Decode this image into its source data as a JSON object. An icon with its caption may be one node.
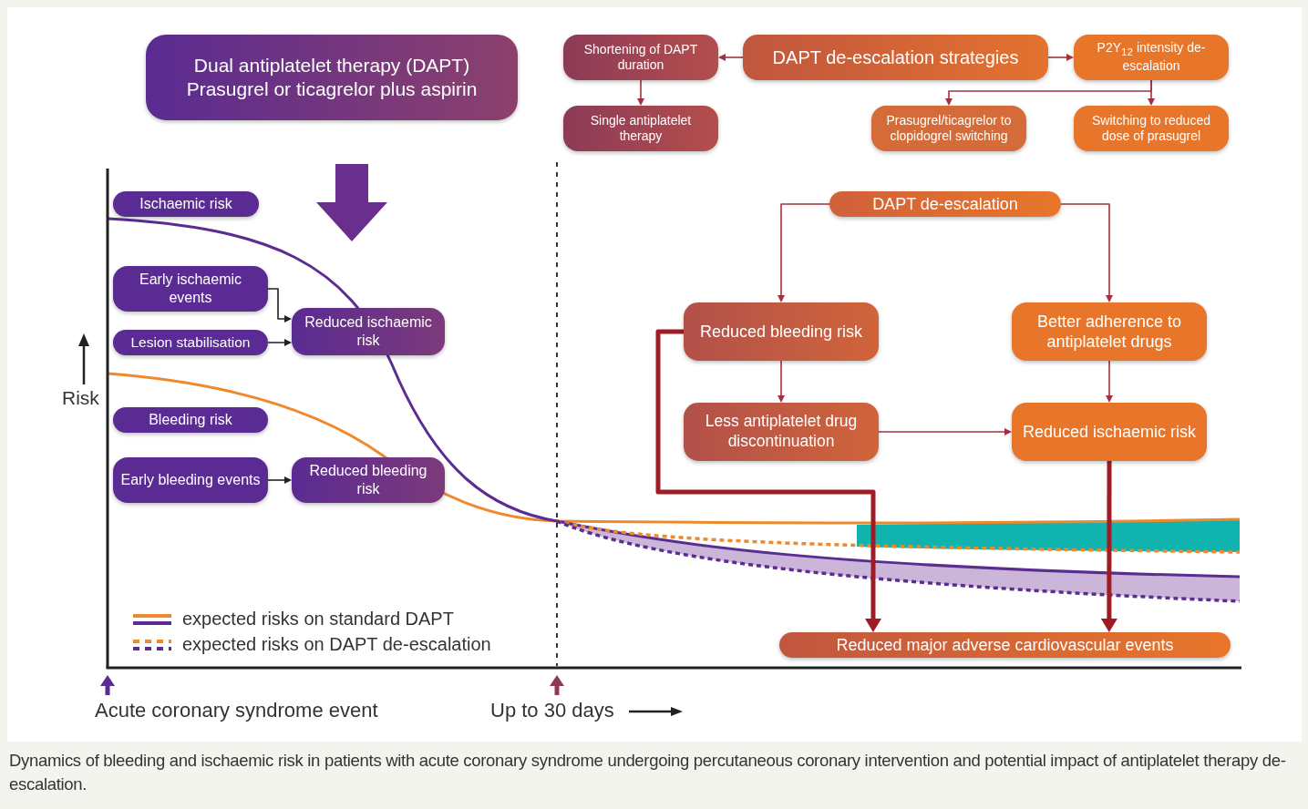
{
  "diagram": {
    "caption": "Dynamics of bleeding and ischaemic risk in patients with acute coronary syndrome undergoing percutaneous coronary intervention and potential impact of antiplatelet therapy de-escalation.",
    "nodes": [
      {
        "text": [
          "Dual antiplatelet therapy (DAPT)",
          "Prasugrel or ticagrelor plus aspirin"
        ]
      },
      {
        "text": [
          "Shortening of DAPT duration"
        ]
      },
      {
        "text": [
          "DAPT de-escalation strategies"
        ]
      },
      {
        "text": [
          "P2Y$_{12}$ intensity de-escalation"
        ]
      },
      {
        "text": [
          "Single antiplatelet therapy"
        ]
      },
      {
        "text": [
          "Prasugrel/ticagrelor to clopidogrel switching"
        ]
      },
      {
        "text": [
          "Switching to reduced dose of prasugrel"
        ]
      },
      {
        "text": [
          "Ischaemic risk"
        ]
      },
      {
        "text": [
          "Early ischaemic events"
        ]
      },
      {
        "text": [
          "Lesion stabilisation"
        ]
      },
      {
        "text": [
          "Reduced ischaemic risk"
        ]
      },
      {
        "text": [
          "Bleeding risk"
        ]
      },
      {
        "text": [
          "Early bleeding events"
        ]
      },
      {
        "text": [
          "Reduced bleeding risk"
        ]
      },
      {
        "text": [
          "DAPT de-escalation"
        ]
      },
      {
        "text": [
          "Reduced bleeding risk"
        ]
      },
      {
        "text": [
          "Better adherence to antiplatelet drugs"
        ]
      },
      {
        "text": [
          "Less antiplatelet drug discontinuation"
        ]
      },
      {
        "text": [
          "Reduced ischaemic risk"
        ]
      },
      {
        "text": [
          "Reduced major adverse cardiovascular events"
        ]
      }
    ],
    "edges": [
      {
        "from": 2,
        "to": 1,
        "arrow": "to"
      },
      {
        "from": 2,
        "to": 3,
        "arrow": "to"
      },
      {
        "from": 1,
        "to": 4,
        "arrow": "to"
      },
      {
        "from": 3,
        "to": 5,
        "arrow": "to"
      },
      {
        "from": 3,
        "to": 6,
        "arrow": "to"
      },
      {
        "from": 8,
        "to": 10,
        "arrow": "to",
        "color": "#222222"
      },
      {
        "from": 9,
        "to": 10,
        "arrow": "to",
        "color": "#222222"
      },
      {
        "from": 12,
        "to": 13,
        "arrow": "to",
        "color": "#222222"
      },
      {
        "from": 14,
        "to": 15,
        "arrow": "to"
      },
      {
        "from": 14,
        "to": 16,
        "arrow": "to"
      },
      {
        "from": 15,
        "to": 17,
        "arrow": "to"
      },
      {
        "from": 16,
        "to": 18,
        "arrow": "to"
      },
      {
        "from": 17,
        "to": 18,
        "arrow": "to"
      },
      {
        "from": 15,
        "to": 19,
        "arrow": "to",
        "style": "thick",
        "color": "#9e1c26"
      },
      {
        "from": 18,
        "to": 19,
        "arrow": "to",
        "style": "thick",
        "color": "#9e1c26"
      }
    ],
    "labels": [
      "Risk",
      "Acute coronary syndrome event",
      "Up to 30 days"
    ],
    "legend": [
      {
        "text": "expected risks on standard DAPT"
      },
      {
        "text": "expected risks on DAPT de-escalation"
      }
    ]
  }
}
